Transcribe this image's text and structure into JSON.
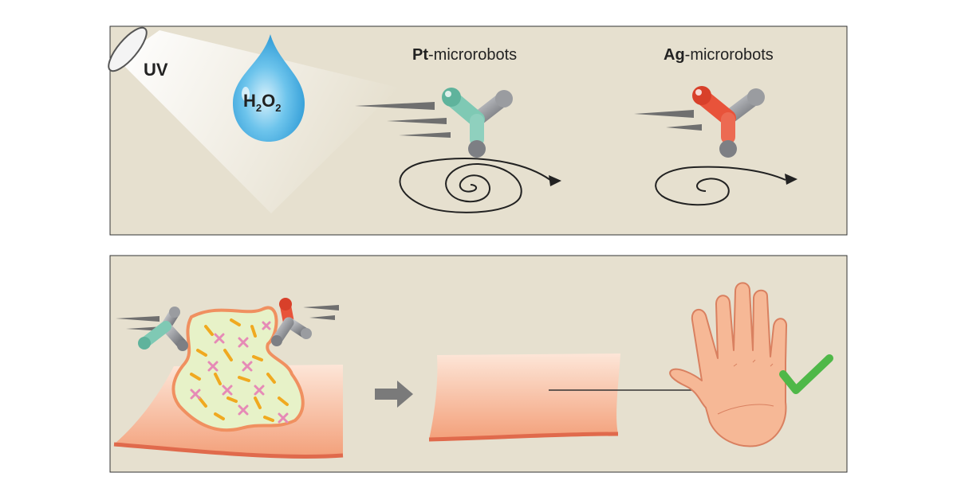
{
  "top_panel": {
    "uv_label": "UV",
    "h2o2_main": "H",
    "h2o2_sub1": "2",
    "h2o2_mid": "O",
    "h2o2_sub2": "2",
    "pt_label_bold": "Pt",
    "pt_label_rest": "-microrobots",
    "ag_label_bold": "Ag",
    "ag_label_rest": "-microrobots"
  },
  "colors": {
    "panel_bg": "#e6e0cf",
    "pt_accent": "#7fc9b4",
    "ag_accent": "#e8533a",
    "arm_gray": "#8f9196",
    "skin": "#f6b896",
    "biofilm": "#e7f2c8",
    "check": "#4fb848",
    "arrow_gray": "#7a7a7a"
  },
  "icons": {
    "uv_lamp": "uv-lamp-icon",
    "droplet": "h2o2-droplet-icon",
    "robot": "microrobot-icon",
    "hand": "hand-icon",
    "check": "checkmark-icon"
  }
}
